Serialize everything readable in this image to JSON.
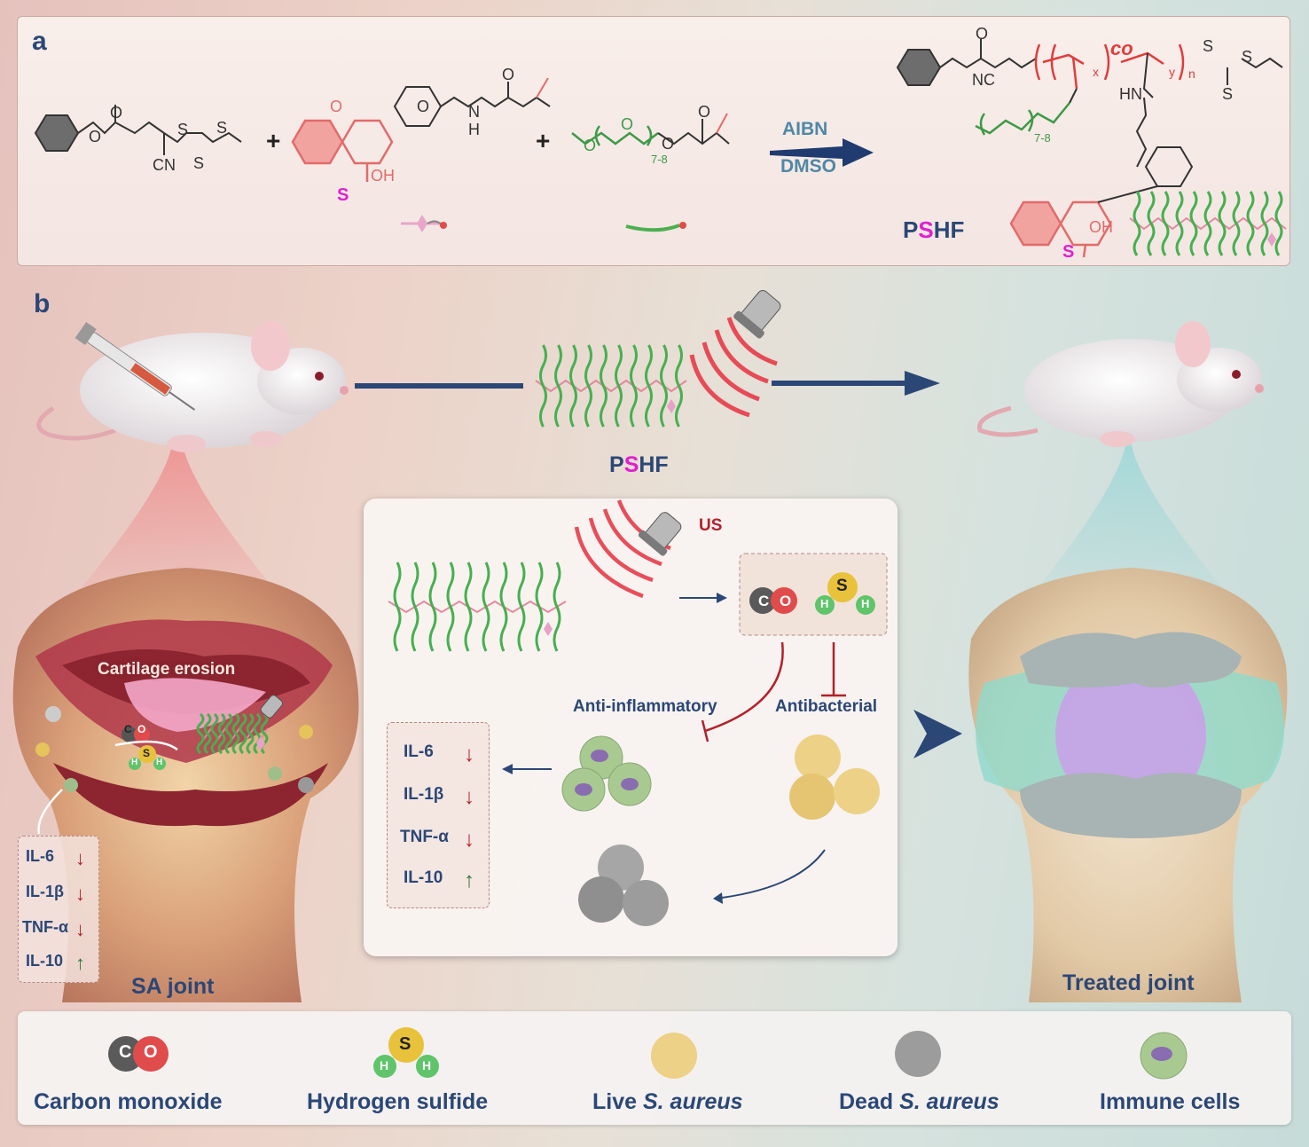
{
  "panel_a": {
    "letter": "a",
    "plus_1": "+",
    "plus_2": "+",
    "reagent_1_cn": "CN",
    "reagent_1_s1": "S",
    "reagent_1_s2": "S",
    "reagent_1_s3": "S",
    "reagent_1_o1": "O",
    "reagent_1_o2": "O",
    "reagent_2_oh": "OH",
    "reagent_2_s": "S",
    "reagent_2_o1": "O",
    "reagent_2_o2": "O",
    "reagent_2_o3": "O",
    "reagent_2_n": "N",
    "reagent_2_h": "H",
    "reagent_3_o1": "O",
    "reagent_3_o2": "O",
    "reagent_3_o3": "O",
    "reagent_3_o4": "O",
    "reagent_3_sub": "7-8",
    "condition_top": "AIBN",
    "condition_bottom": "DMSO",
    "product_nc": "NC",
    "product_co": "co",
    "product_x": "x",
    "product_y": "y",
    "product_n": "n",
    "product_hn": "HN",
    "product_s1": "S",
    "product_s2": "S",
    "product_s3": "S",
    "product_o": "O",
    "product_sub": "7-8",
    "product_oh": "OH",
    "product_s_ring": "S",
    "product_name_p": "P",
    "product_name_s": "S",
    "product_name_hf": "HF"
  },
  "panel_b": {
    "letter": "b",
    "pshf_p": "P",
    "pshf_s": "S",
    "pshf_hf": "HF",
    "cartilage_erosion": "Cartilage erosion",
    "sa_joint": "SA joint",
    "treated_joint": "Treated joint",
    "joint_co_c": "C",
    "joint_co_o": "O",
    "joint_h2s_s": "S",
    "joint_h2s_h1": "H",
    "joint_h2s_h2": "H",
    "left_cytokines": [
      {
        "name": "IL-6",
        "arrow": "↓"
      },
      {
        "name": "IL-1β",
        "arrow": "↓"
      },
      {
        "name": "TNF-α",
        "arrow": "↓"
      },
      {
        "name": "IL-10",
        "arrow": "↑"
      }
    ]
  },
  "mechanism": {
    "us_label": "US",
    "co_c": "C",
    "co_o": "O",
    "h2s_s": "S",
    "h2s_h1": "H",
    "h2s_h2": "H",
    "anti_inflammatory": "Anti-inflammatory",
    "antibacterial": "Antibacterial",
    "cytokines": [
      {
        "name": "IL-6",
        "arrow": "↓"
      },
      {
        "name": "IL-1β",
        "arrow": "↓"
      },
      {
        "name": "TNF-α",
        "arrow": "↓"
      },
      {
        "name": "IL-10",
        "arrow": "↑"
      }
    ]
  },
  "legend": {
    "co_c": "C",
    "co_o": "O",
    "h2s_s": "S",
    "h2s_h1": "H",
    "h2s_h2": "H",
    "carbon_monoxide": "Carbon monoxide",
    "hydrogen_sulfide": "Hydrogen sulfide",
    "live_prefix": "Live ",
    "live_species": "S. aureus",
    "dead_prefix": "Dead ",
    "dead_species": "S. aureus",
    "immune_cells": "Immune cells"
  },
  "colors": {
    "navy": "#2b4776",
    "pink_s": "#e11fd0",
    "red": "#b3202a",
    "green": "#2f9e48"
  }
}
